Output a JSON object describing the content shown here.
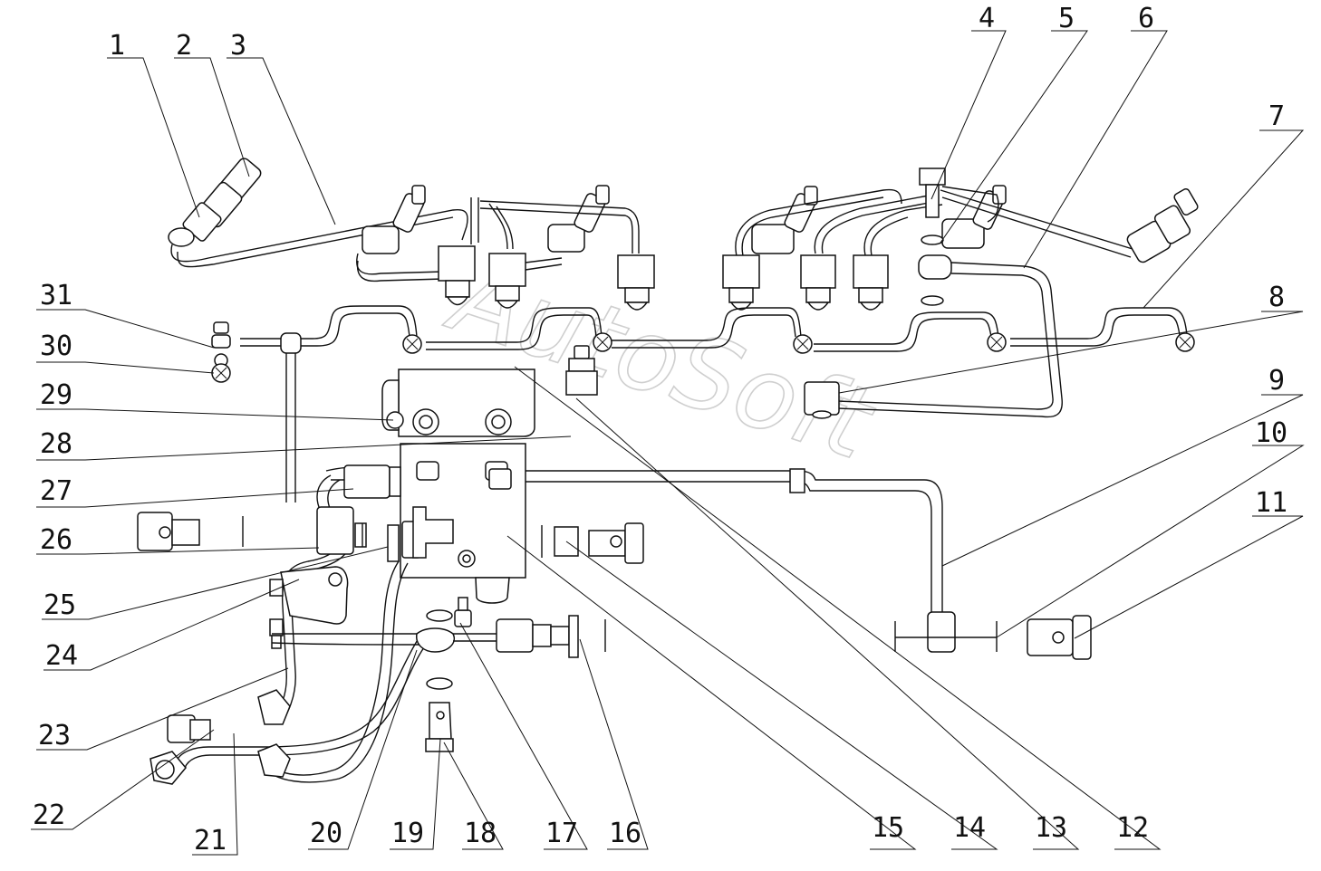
{
  "watermark": "AutoSoft",
  "callouts": [
    {
      "id": "callout-1",
      "text": "1"
    },
    {
      "id": "callout-2",
      "text": "2"
    },
    {
      "id": "callout-3",
      "text": "3"
    },
    {
      "id": "callout-4",
      "text": "4"
    },
    {
      "id": "callout-5",
      "text": "5"
    },
    {
      "id": "callout-6",
      "text": "6"
    },
    {
      "id": "callout-7",
      "text": "7"
    },
    {
      "id": "callout-8",
      "text": "8"
    },
    {
      "id": "callout-9",
      "text": "9"
    },
    {
      "id": "callout-10",
      "text": "10"
    },
    {
      "id": "callout-11",
      "text": "11"
    },
    {
      "id": "callout-12",
      "text": "12"
    },
    {
      "id": "callout-13",
      "text": "13"
    },
    {
      "id": "callout-14",
      "text": "14"
    },
    {
      "id": "callout-15",
      "text": "15"
    },
    {
      "id": "callout-16",
      "text": "16"
    },
    {
      "id": "callout-17",
      "text": "17"
    },
    {
      "id": "callout-18",
      "text": "18"
    },
    {
      "id": "callout-19",
      "text": "19"
    },
    {
      "id": "callout-20",
      "text": "20"
    },
    {
      "id": "callout-21",
      "text": "21"
    },
    {
      "id": "callout-22",
      "text": "22"
    },
    {
      "id": "callout-23",
      "text": "23"
    },
    {
      "id": "callout-24",
      "text": "24"
    },
    {
      "id": "callout-25",
      "text": "25"
    },
    {
      "id": "callout-26",
      "text": "26"
    },
    {
      "id": "callout-27",
      "text": "27"
    },
    {
      "id": "callout-28",
      "text": "28"
    },
    {
      "id": "callout-29",
      "text": "29"
    },
    {
      "id": "callout-30",
      "text": "30"
    },
    {
      "id": "callout-31",
      "text": "31"
    }
  ]
}
